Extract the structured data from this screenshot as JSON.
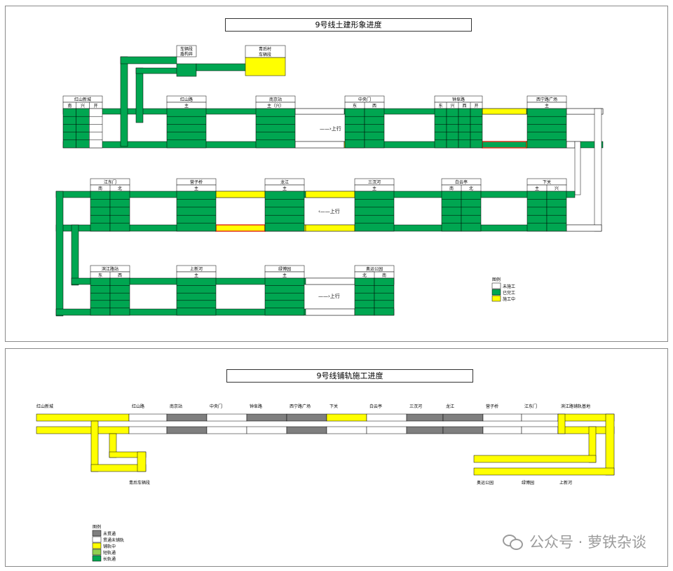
{
  "top_panel": {
    "title": "9号线土建形象进度",
    "direction_labels": [
      "——›上行",
      "‹——上行",
      "——›上行"
    ],
    "row1_stations": [
      {
        "name": "红山新城",
        "tags": [
          "南",
          "兴",
          "开"
        ]
      },
      {
        "name": "红山路",
        "tags": [
          "主"
        ]
      },
      {
        "name": "南京站",
        "tags": [
          "主（兴）"
        ]
      },
      {
        "name": "中央门",
        "tags": [
          "东",
          "西"
        ]
      },
      {
        "name": "钟阜路",
        "tags": [
          "东",
          "兴",
          "西",
          "开"
        ]
      },
      {
        "name": "西宁路广场",
        "tags": [
          "主"
        ]
      }
    ],
    "row2_stations": [
      {
        "name": "江东门",
        "tags": [
          "南",
          "北"
        ]
      },
      {
        "name": "营子桥",
        "tags": [
          "主"
        ]
      },
      {
        "name": "龙江",
        "tags": [
          "主"
        ]
      },
      {
        "name": "三汊河",
        "tags": [
          "主"
        ]
      },
      {
        "name": "白云亭",
        "tags": [
          "南",
          "北"
        ]
      },
      {
        "name": "下关",
        "tags": [
          "主",
          "兴"
        ]
      }
    ],
    "row3_stations": [
      {
        "name": "滨江路站",
        "tags": [
          "东",
          "西"
        ]
      },
      {
        "name": "上新河",
        "tags": [
          "主"
        ]
      },
      {
        "name": "绿博园",
        "tags": [
          "主"
        ]
      },
      {
        "name": "奥运公园",
        "tags": [
          "北",
          "南"
        ]
      }
    ],
    "depot_labels": {
      "shaft_line1": "车辆段",
      "shaft_line2": "盾构井",
      "depot_line1": "青后村",
      "depot_line2": "车辆段"
    },
    "legend": {
      "title": "图例",
      "items": [
        {
          "label": "未施工",
          "color": "#ffffff"
        },
        {
          "label": "已完工",
          "color": "#00a651"
        },
        {
          "label": "施工中",
          "color": "#ffff00"
        }
      ]
    }
  },
  "bottom_panel": {
    "title": "9号线铺轨施工进度",
    "top_station_labels": [
      "红山新城",
      "红山路",
      "南京站",
      "中央门",
      "钟阜路",
      "西宁路广场",
      "下关",
      "白云亭",
      "三汊河",
      "龙江",
      "营子桥",
      "江东门",
      "滨江路铺轨基地"
    ],
    "bottom_labels": {
      "left": "青后车辆段",
      "right": [
        "奥运公园",
        "绿博园",
        "上新河"
      ]
    },
    "legend": {
      "title": "图例",
      "items": [
        {
          "label": "未贯通",
          "color": "#7f7f7f"
        },
        {
          "label": "贯通未铺轨",
          "color": "#ffffff"
        },
        {
          "label": "铺轨中",
          "color": "#ffff00"
        },
        {
          "label": "短轨通",
          "color": "#92d050"
        },
        {
          "label": "长轨通",
          "color": "#00a651"
        }
      ]
    }
  },
  "watermark": {
    "text": "公众号 · 萝铁杂谈"
  }
}
